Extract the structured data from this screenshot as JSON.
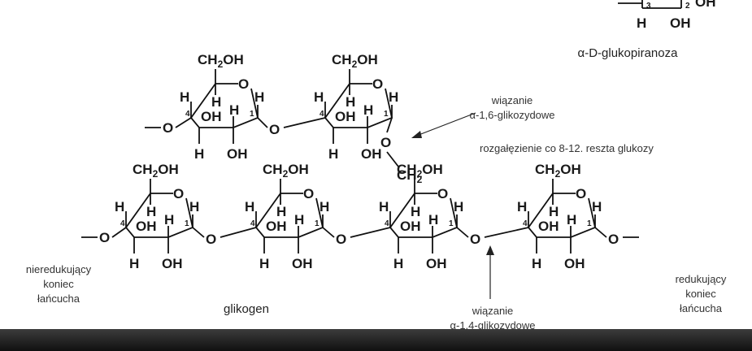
{
  "top_fragment": {
    "atoms": [
      "H",
      "OH",
      "OH"
    ],
    "numbers": [
      "3",
      "2"
    ]
  },
  "ref_caption": "α-D-glukopiranoza",
  "atoms": {
    "H": "H",
    "OH": "OH",
    "O": "O",
    "ch2oh_main": "CH",
    "ch2oh_sub": "2",
    "ch2oh_tail": "OH",
    "ch2_main": "CH",
    "ch2_sub": "2"
  },
  "labels": {
    "alpha16_line1": "wiązanie",
    "alpha16_line2": "α-1,6-glikozydowe",
    "branching": "rozgałęzienie co 8-12. reszta glukozy",
    "nonreducing_line1": "nieredukujący",
    "nonreducing_line2": "koniec",
    "nonreducing_line3": "łańcucha",
    "glycogen": "glikogen",
    "alpha14_line1": "wiązanie",
    "alpha14_line2": "α-1,4-glikozydowe",
    "reducing_line1": "redukujący",
    "reducing_line2": "koniec",
    "reducing_line3": "łańcucha"
  }
}
